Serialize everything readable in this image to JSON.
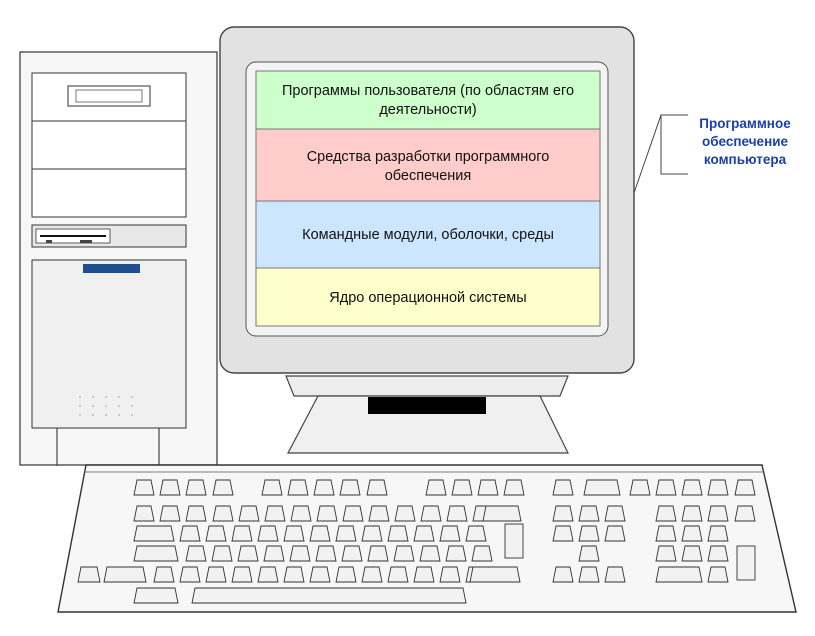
{
  "layers": [
    {
      "lines": [
        "Программы пользователя (по областям его",
        "деятельности)"
      ],
      "color": "#ccffcc"
    },
    {
      "lines": [
        "Средства разработки программного",
        "обеспечения"
      ],
      "color": "#ffcccc"
    },
    {
      "lines": [
        "Командные модули, оболочки, среды"
      ],
      "color": "#cce6ff"
    },
    {
      "lines": [
        "Ядро операционной системы"
      ],
      "color": "#ffffcc"
    }
  ],
  "callout": {
    "lines": [
      "Программное",
      "обеспечение",
      "компьютера"
    ],
    "color": "#1a3fa8"
  }
}
